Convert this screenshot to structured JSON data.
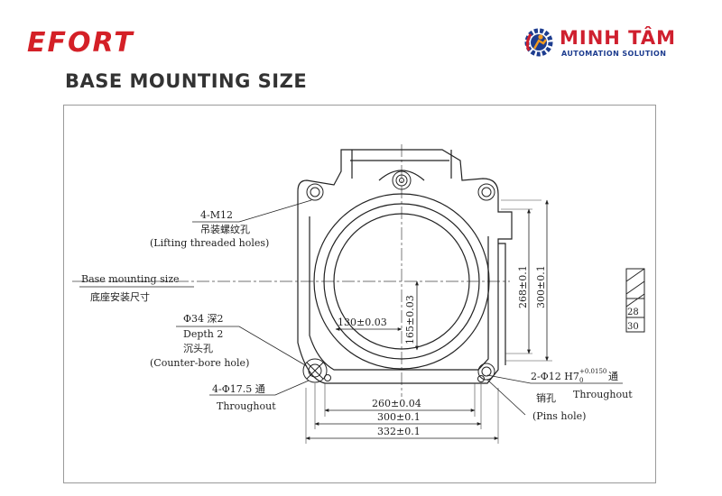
{
  "header": {
    "brand_left": "EFORT",
    "brand_right_name": "MINH TÂM",
    "brand_right_sub": "AUTOMATION SOLUTION",
    "title": "BASE MOUNTING SIZE"
  },
  "drawing": {
    "lifting_code": "4-M12",
    "lifting_cn": "吊装螺纹孔",
    "lifting_en": "(Lifting threaded holes)",
    "base_en": "Base mounting size",
    "base_cn": "底座安装尺寸",
    "counter_code": "Φ34 深2",
    "counter_depth": "Depth 2",
    "counter_cn": "沉头孔",
    "counter_en": "(Counter-bore hole)",
    "through_code": "4-Φ17.5 通",
    "through_en": "Throughout",
    "dim_130": "130±0.03",
    "dim_165": "165±0.03",
    "dim_268": "268±0.1",
    "dim_300v": "300±0.1",
    "dim_260": "260±0.04",
    "dim_300h": "300±0.1",
    "dim_332": "332±0.1",
    "pin_code": "2-Φ12 H7",
    "pin_tol_upper": "+0.0150",
    "pin_tol_lower": "0",
    "pin_tong": "通",
    "pin_through": "Throughout",
    "pin_cn": "销孔",
    "pin_en": "(Pins hole)",
    "side_28": "28",
    "side_30": "30"
  }
}
